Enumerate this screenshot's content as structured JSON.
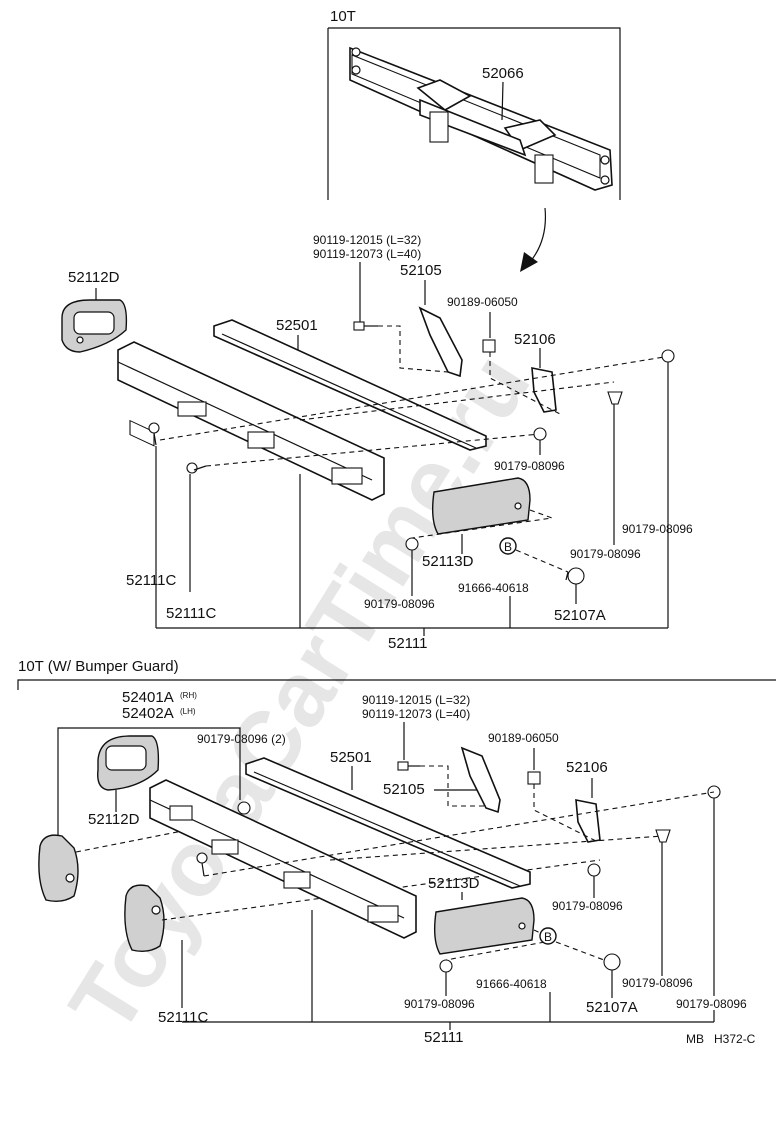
{
  "watermark": "ToyotaCarTime.ru",
  "top_section": {
    "variant": "10T",
    "parts": {
      "frame": "52066",
      "bolt_a": "90119-12015 (L=32)",
      "bolt_b": "90119-12073 (L=40)",
      "bracket_lh": "52105",
      "nut_90189": "90189-06050",
      "bracket_rh": "52106",
      "end_cap": "52112D",
      "reinforcement": "52501",
      "bolt_upper": "52111C",
      "bolt_lower": "52111C",
      "bumper_bar": "52111",
      "nut_1": "90179-08096",
      "nut_2": "90179-08096",
      "nut_3": "90179-08096",
      "nut_4": "90179-08096",
      "cover": "52113D",
      "clip_b": "91666-40618",
      "clip_b_mark": "B",
      "retainer": "52107A"
    }
  },
  "bottom_section": {
    "variant": "10T (W/ Bumper Guard)",
    "parts": {
      "guard_rh": "52401A",
      "guard_rh_side": "(RH)",
      "guard_lh": "52402A",
      "guard_lh_side": "(LH)",
      "nut_guard": "90179-08096 (2)",
      "bolt_a": "90119-12015 (L=32)",
      "bolt_b": "90119-12073 (L=40)",
      "reinforcement": "52501",
      "nut_90189": "90189-06050",
      "bracket_lh": "52105",
      "bracket_rh": "52106",
      "end_cap": "52112D",
      "cover": "52113D",
      "nut_1": "90179-08096",
      "nut_2": "90179-08096",
      "nut_3": "90179-08096",
      "nut_4": "90179-08096",
      "clip_b": "91666-40618",
      "clip_b_mark": "B",
      "retainer": "52107A",
      "bolt": "52111C",
      "bumper_bar": "52111"
    }
  },
  "footer": {
    "code_a": "MB",
    "code_b": "H372-C"
  }
}
